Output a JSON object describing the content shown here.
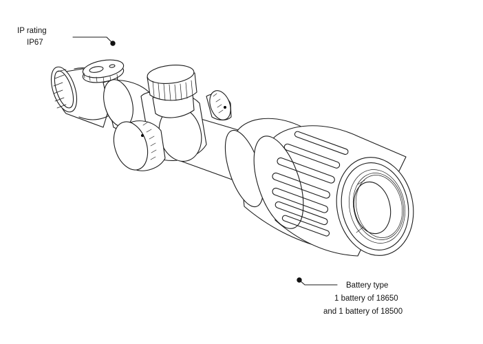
{
  "diagram": {
    "subject": "thermal rifle scope line drawing",
    "callouts": [
      {
        "id": "ip-rating",
        "title": "IP rating",
        "value": "IP67"
      },
      {
        "id": "battery-type",
        "title": "Battery type",
        "lines": [
          "1 battery of 18650",
          "and 1 battery of 18500"
        ]
      }
    ],
    "colors": {
      "line": "#1a1a1a",
      "background": "#ffffff"
    }
  }
}
